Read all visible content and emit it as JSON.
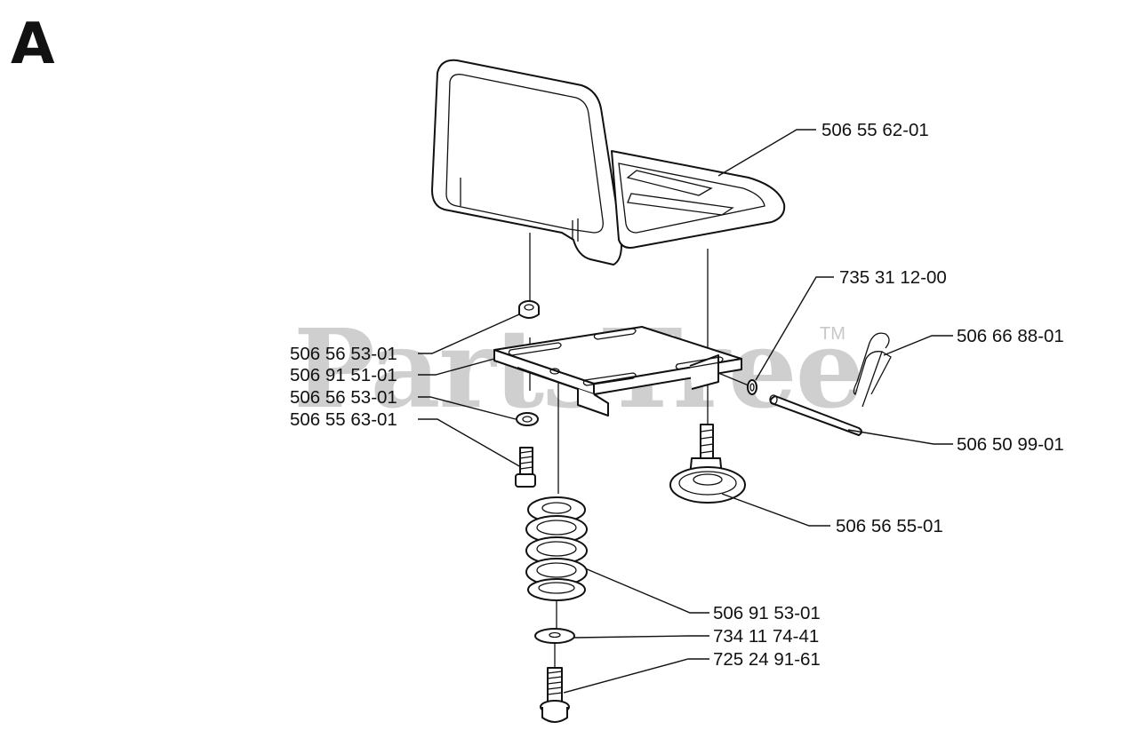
{
  "section_letter": "A",
  "watermark": {
    "text": "PartsTree",
    "trademark": "TM"
  },
  "callouts": [
    {
      "id": "seat",
      "part_number": "506 55 62-01"
    },
    {
      "id": "clip-washer",
      "part_number": "735 31 12-00"
    },
    {
      "id": "hairpin-clip",
      "part_number": "506 66 88-01"
    },
    {
      "id": "nut-upper",
      "part_number": "506 56 53-01"
    },
    {
      "id": "bracket",
      "part_number": "506 91 51-01"
    },
    {
      "id": "nut-lower",
      "part_number": "506 56 53-01"
    },
    {
      "id": "screw",
      "part_number": "506 55 63-01"
    },
    {
      "id": "pin",
      "part_number": "506 50 99-01"
    },
    {
      "id": "adjuster-knob",
      "part_number": "506 56 55-01"
    },
    {
      "id": "spring",
      "part_number": "506 91 53-01"
    },
    {
      "id": "washer",
      "part_number": "734 11 74-41"
    },
    {
      "id": "bolt",
      "part_number": "725 24 91-61"
    }
  ]
}
